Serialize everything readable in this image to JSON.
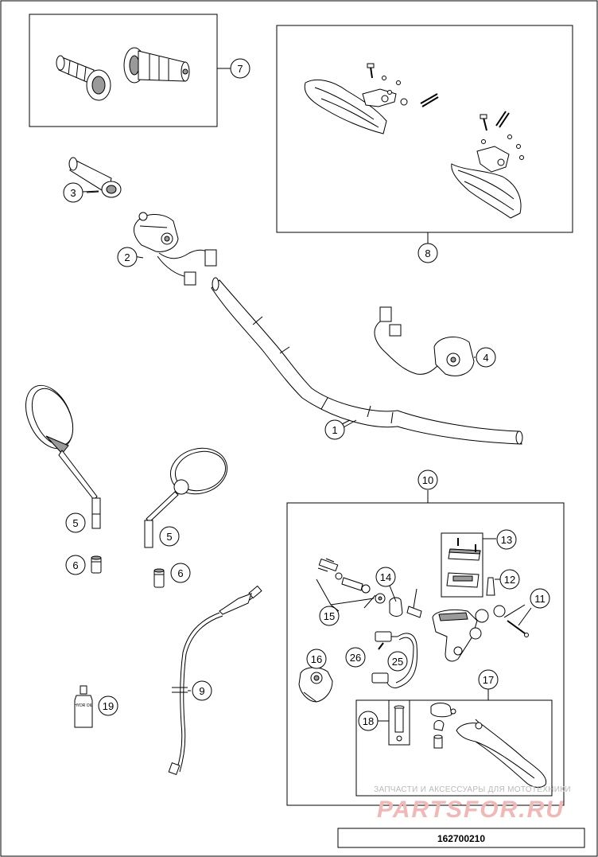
{
  "diagram": {
    "part_numbers": [
      "1",
      "2",
      "3",
      "4",
      "5",
      "5",
      "6",
      "6",
      "7",
      "8",
      "9",
      "10",
      "11",
      "12",
      "13",
      "14",
      "15",
      "16",
      "17",
      "18",
      "19",
      "25",
      "26"
    ],
    "callouts": {
      "c1": "1",
      "c2": "2",
      "c3": "3",
      "c4": "4",
      "c5a": "5",
      "c5b": "5",
      "c6a": "6",
      "c6b": "6",
      "c7": "7",
      "c8": "8",
      "c9": "9",
      "c10": "10",
      "c11": "11",
      "c12": "12",
      "c13": "13",
      "c14": "14",
      "c15": "15",
      "c16": "16",
      "c17": "17",
      "c18": "18",
      "c19": "19",
      "c25": "25",
      "c26": "26"
    },
    "bottle_label": "HYDR OIL",
    "watermark": {
      "line1": "ЗАПЧАСТИ И АКСЕССУАРЫ ДЛЯ МОТОТЕХНИКИ",
      "brand": "PARTSFOR.RU"
    },
    "drawing_number": "162700210"
  }
}
